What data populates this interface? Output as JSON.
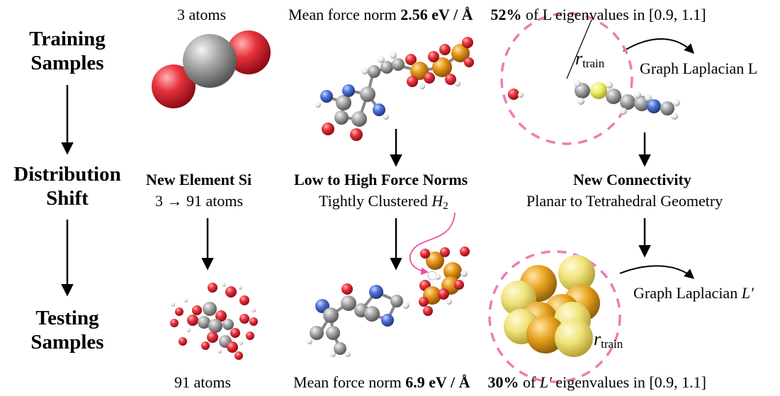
{
  "row_labels": {
    "training": [
      "Training",
      "Samples"
    ],
    "shift": [
      "Distribution",
      "Shift"
    ],
    "testing": [
      "Testing",
      "Samples"
    ]
  },
  "col1": {
    "train_caption": "3 atoms",
    "shift_title": "New Element Si",
    "shift_detail": "3 → 91 atoms",
    "test_caption": "91 atoms"
  },
  "col2": {
    "train_caption_prefix": "Mean force norm ",
    "train_caption_value": "2.56 eV / Å",
    "shift_title": "Low to High Force Norms",
    "shift_detail_prefix": "Tightly Clustered ",
    "shift_detail_symbol": "H",
    "shift_detail_sub": "2",
    "test_caption_prefix": "Mean force norm ",
    "test_caption_value": "6.9 eV / Å"
  },
  "col3": {
    "train_caption_pct": "52%",
    "train_caption_rest": " of L eigenvalues in ",
    "train_caption_interval": "[0.9, 1.1]",
    "radius_symbol": "r",
    "radius_sub": "train",
    "train_laplacian": "Graph Laplacian L",
    "shift_title": "New Connectivity",
    "shift_detail": "Planar to Tetrahedral Geometry",
    "test_laplacian_prefix": "Graph Laplacian ",
    "test_laplacian_symbol": "L′",
    "test_caption_pct": "30%",
    "test_caption_mid": " of ",
    "test_caption_symbol": "L′",
    "test_caption_rest": " eigenvalues in ",
    "test_caption_interval": "[0.9, 1.1]"
  },
  "colors": {
    "oxygen": "#e8323c",
    "carbon": "#a9a9a9",
    "nitrogen": "#4f72d8",
    "hydrogen": "#f2f2f2",
    "phosphorus": "#e5961a",
    "sulfur": "#eeee66",
    "silicon": "#f0e27a",
    "cutoff_circle": "#ef7bb5",
    "annotation_arrow": "#ec4fa1"
  }
}
